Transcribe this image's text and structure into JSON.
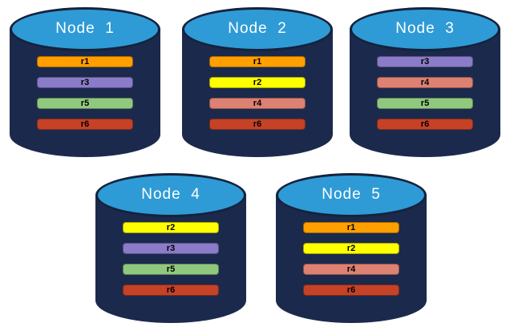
{
  "colors": {
    "background": "#FFFFFF",
    "cylinder_body": "#1B2A4C",
    "cylinder_outline": "#15223D",
    "cylinder_top": "#2E9BD6",
    "title_text": "#FFFFFF",
    "bar_text": "#000000"
  },
  "palette": {
    "r1": "#FF9F00",
    "r2": "#FFFF00",
    "r3": "#8A7CC8",
    "r4": "#DD8172",
    "r5": "#90C97E",
    "r6": "#C64227"
  },
  "nodes": [
    {
      "name": "Node  1",
      "replicas": [
        "r1",
        "r3",
        "r5",
        "r6"
      ]
    },
    {
      "name": "Node  2",
      "replicas": [
        "r1",
        "r2",
        "r4",
        "r6"
      ]
    },
    {
      "name": "Node  3",
      "replicas": [
        "r3",
        "r4",
        "r5",
        "r6"
      ]
    },
    {
      "name": "Node  4",
      "replicas": [
        "r2",
        "r3",
        "r5",
        "r6"
      ]
    },
    {
      "name": "Node  5",
      "replicas": [
        "r1",
        "r2",
        "r4",
        "r6"
      ]
    }
  ]
}
